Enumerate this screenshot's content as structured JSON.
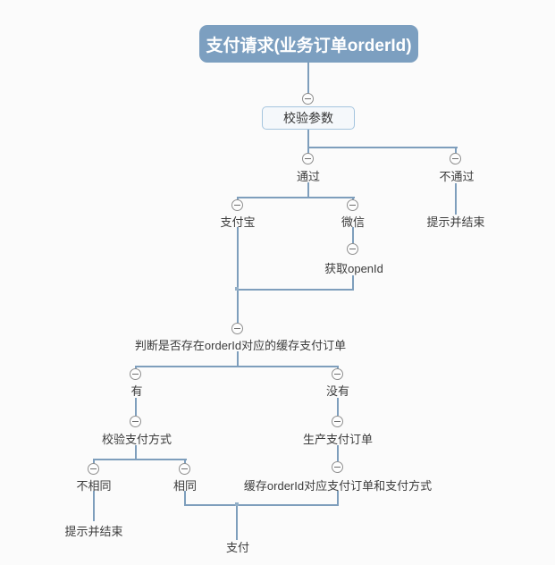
{
  "diagram": {
    "root_label": "支付请求(业务订单orderId)",
    "nodes": {
      "validate_params": "校验参数",
      "pass": "通过",
      "fail": "不通过",
      "fail_end": "提示并结束",
      "alipay": "支付宝",
      "wechat": "微信",
      "get_openid": "获取openId",
      "check_cached_order": "判断是否存在orderId对应的缓存支付订单",
      "exists": "有",
      "not_exists": "没有",
      "verify_pay_method": "校验支付方式",
      "create_pay_order": "生产支付订单",
      "different": "不相同",
      "same": "相同",
      "different_end": "提示并结束",
      "cache_order": "缓存orderId对应支付订单和支付方式",
      "pay": "支付"
    },
    "colors": {
      "canvas_bg": "#fbfbfb",
      "root_bg": "#7c9fc0",
      "root_text": "#ffffff",
      "sub_box_bg": "#f5f8fb",
      "sub_box_border": "#a5c5de",
      "connector": "#7e9ebc",
      "collapse_border": "#8f8f8f",
      "label_text": "#3c3c3c"
    }
  }
}
